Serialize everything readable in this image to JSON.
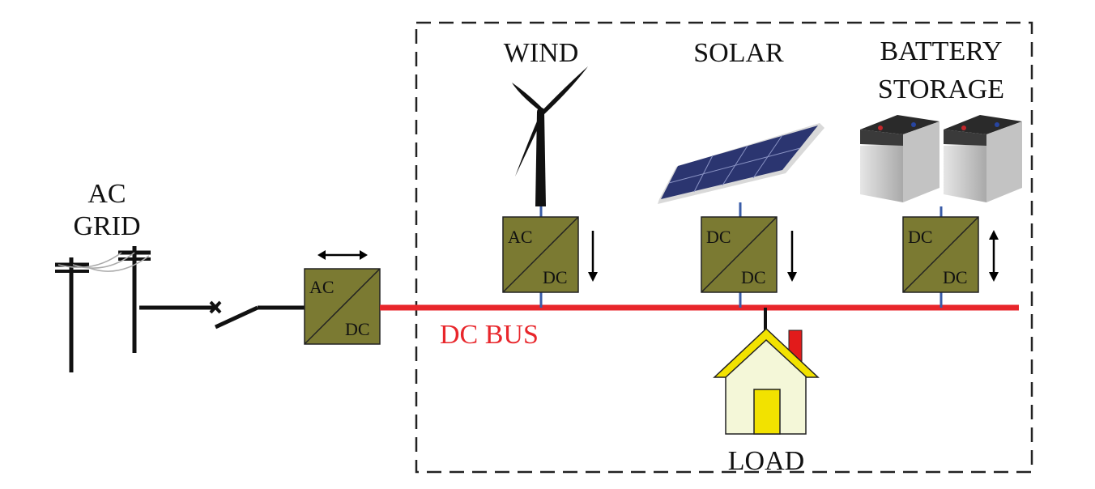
{
  "labels": {
    "ac_grid_line1": "AC",
    "ac_grid_line2": "GRID",
    "wind": "WIND",
    "solar": "SOLAR",
    "battery_line1": "BATTERY",
    "battery_line2": "STORAGE",
    "dc_bus": "DC BUS",
    "load": "LOAD"
  },
  "converters": {
    "grid": {
      "top": "AC",
      "bottom": "DC"
    },
    "wind": {
      "top": "AC",
      "bottom": "DC"
    },
    "solar": {
      "top": "DC",
      "bottom": "DC"
    },
    "battery": {
      "top": "DC",
      "bottom": "DC"
    }
  },
  "colors": {
    "dc_bus": "#e8262b",
    "converter_fill": "#7b7a32",
    "connector": "#3a5ca8",
    "house_roof": "#f2e200",
    "house_wall": "#f4f7d8",
    "house_door": "#f2e200",
    "chimney": "#e21b1b",
    "solar_panel": "#2b3570",
    "battery_body": "#d0d0d0",
    "battery_top": "#2a2a2a"
  }
}
